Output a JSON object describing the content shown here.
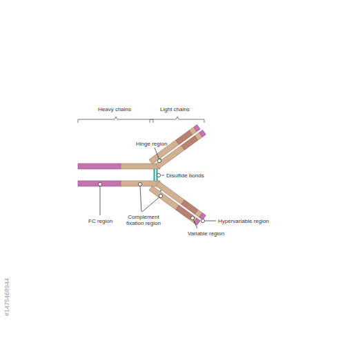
{
  "diagram": {
    "labels": [
      "Heavy chains",
      "Light chains",
      "Hinge region",
      "Disulfide bonds",
      "FC region",
      "Complement fixation region",
      "Hypervariable region",
      "Variable region",
      "#1475468944"
    ]
  }
}
